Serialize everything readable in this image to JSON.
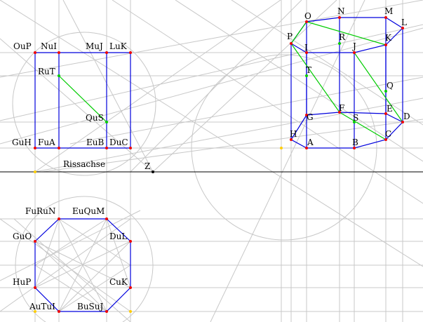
{
  "colors": {
    "background": "#ffffff",
    "construction": "#c8c8c8",
    "edge": "#0000dd",
    "diagonal": "#00cc00",
    "point": "#ee0000",
    "axis_point": "#ffcc00",
    "axis": "#000000",
    "label": "#000000"
  },
  "axis": {
    "label": "Rissachse",
    "center_label": "Z"
  },
  "side_view": {
    "labels": {
      "OuP": "OuP",
      "NuI": "NuI",
      "MuJ": "MuJ",
      "LuK": "LuK",
      "RuT": "RuT",
      "QuS": "QuS",
      "GuH": "GuH",
      "FuA": "FuA",
      "EuB": "EuB",
      "DuC": "DuC"
    }
  },
  "plan_view": {
    "labels": {
      "FuRuN": "FuRuN",
      "EuQuM": "EuQuM",
      "GuO": "GuO",
      "DuL": "DuL",
      "HuP": "HuP",
      "CuK": "CuK",
      "AuTuI": "AuTuI",
      "BuSuJ": "BuSuJ"
    }
  },
  "perspective_view": {
    "labels": {
      "O": "O",
      "N": "N",
      "M": "M",
      "L": "L",
      "P": "P",
      "I": "I",
      "R": "R",
      "J": "J",
      "K": "K",
      "T": "T",
      "Q": "Q",
      "G": "G",
      "F": "F",
      "S": "S",
      "E": "E",
      "D": "D",
      "H": "H",
      "A": "A",
      "B": "B",
      "C": "C"
    }
  }
}
